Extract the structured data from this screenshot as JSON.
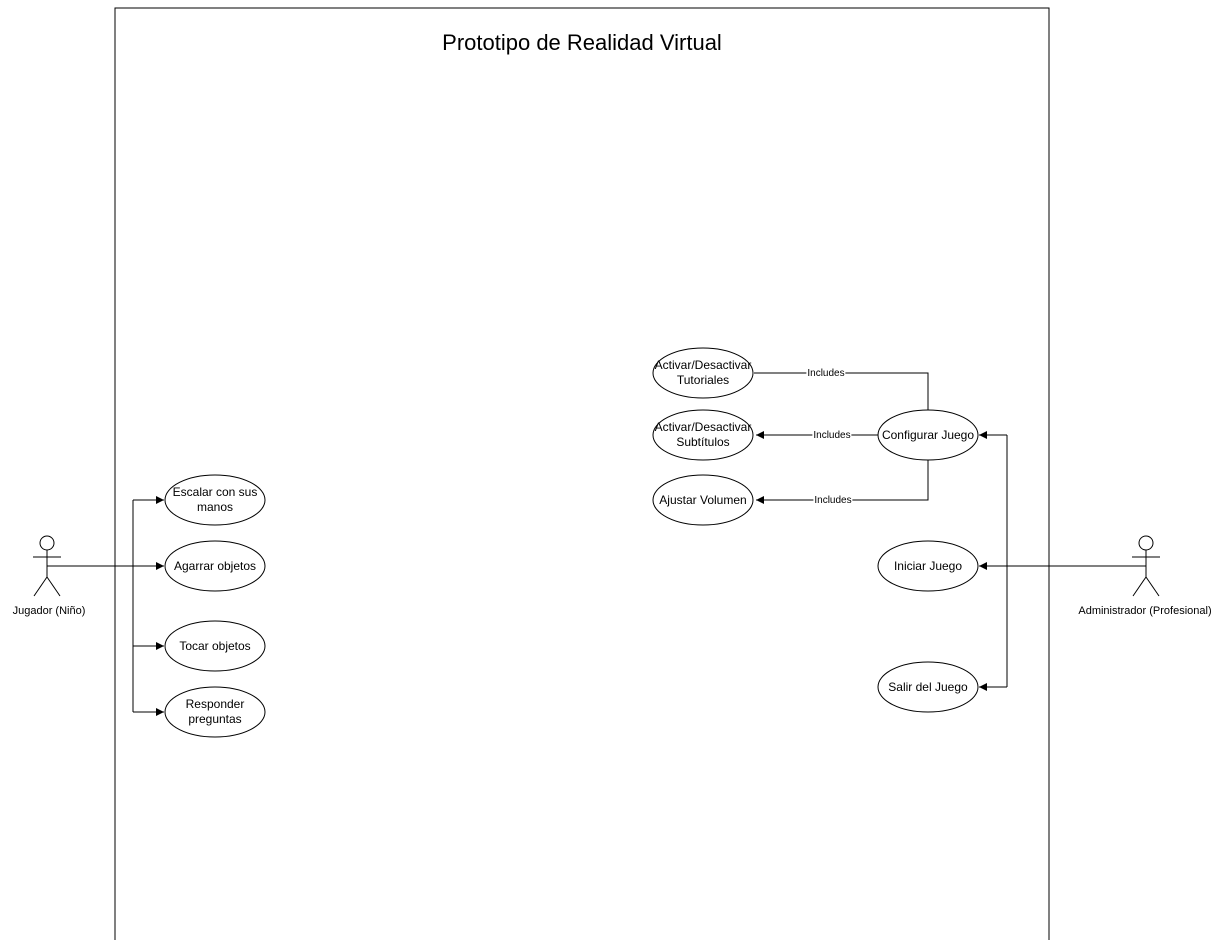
{
  "system": {
    "title": "Prototipo de Realidad Virtual"
  },
  "actors": {
    "player": {
      "label": "Jugador (Niño)"
    },
    "admin": {
      "label": "Administrador (Profesional)"
    }
  },
  "use_cases": {
    "escalar": {
      "label": "Escalar con sus manos"
    },
    "agarrar": {
      "label": "Agarrar objetos"
    },
    "tocar": {
      "label": "Tocar objetos"
    },
    "responder": {
      "label": "Responder preguntas"
    },
    "tutoriales": {
      "label": "Activar/Desactivar Tutoriales"
    },
    "subtitulos": {
      "label": "Activar/Desactivar Subtítulos"
    },
    "volumen": {
      "label": "Ajustar Volumen"
    },
    "configurar": {
      "label": "Configurar Juego"
    },
    "iniciar": {
      "label": "Iniciar Juego"
    },
    "salir": {
      "label": "Salir del Juego"
    }
  },
  "relations": {
    "includes_tutoriales": "Includes",
    "includes_subtitulos": "Includes",
    "includes_volumen": "Includes"
  }
}
